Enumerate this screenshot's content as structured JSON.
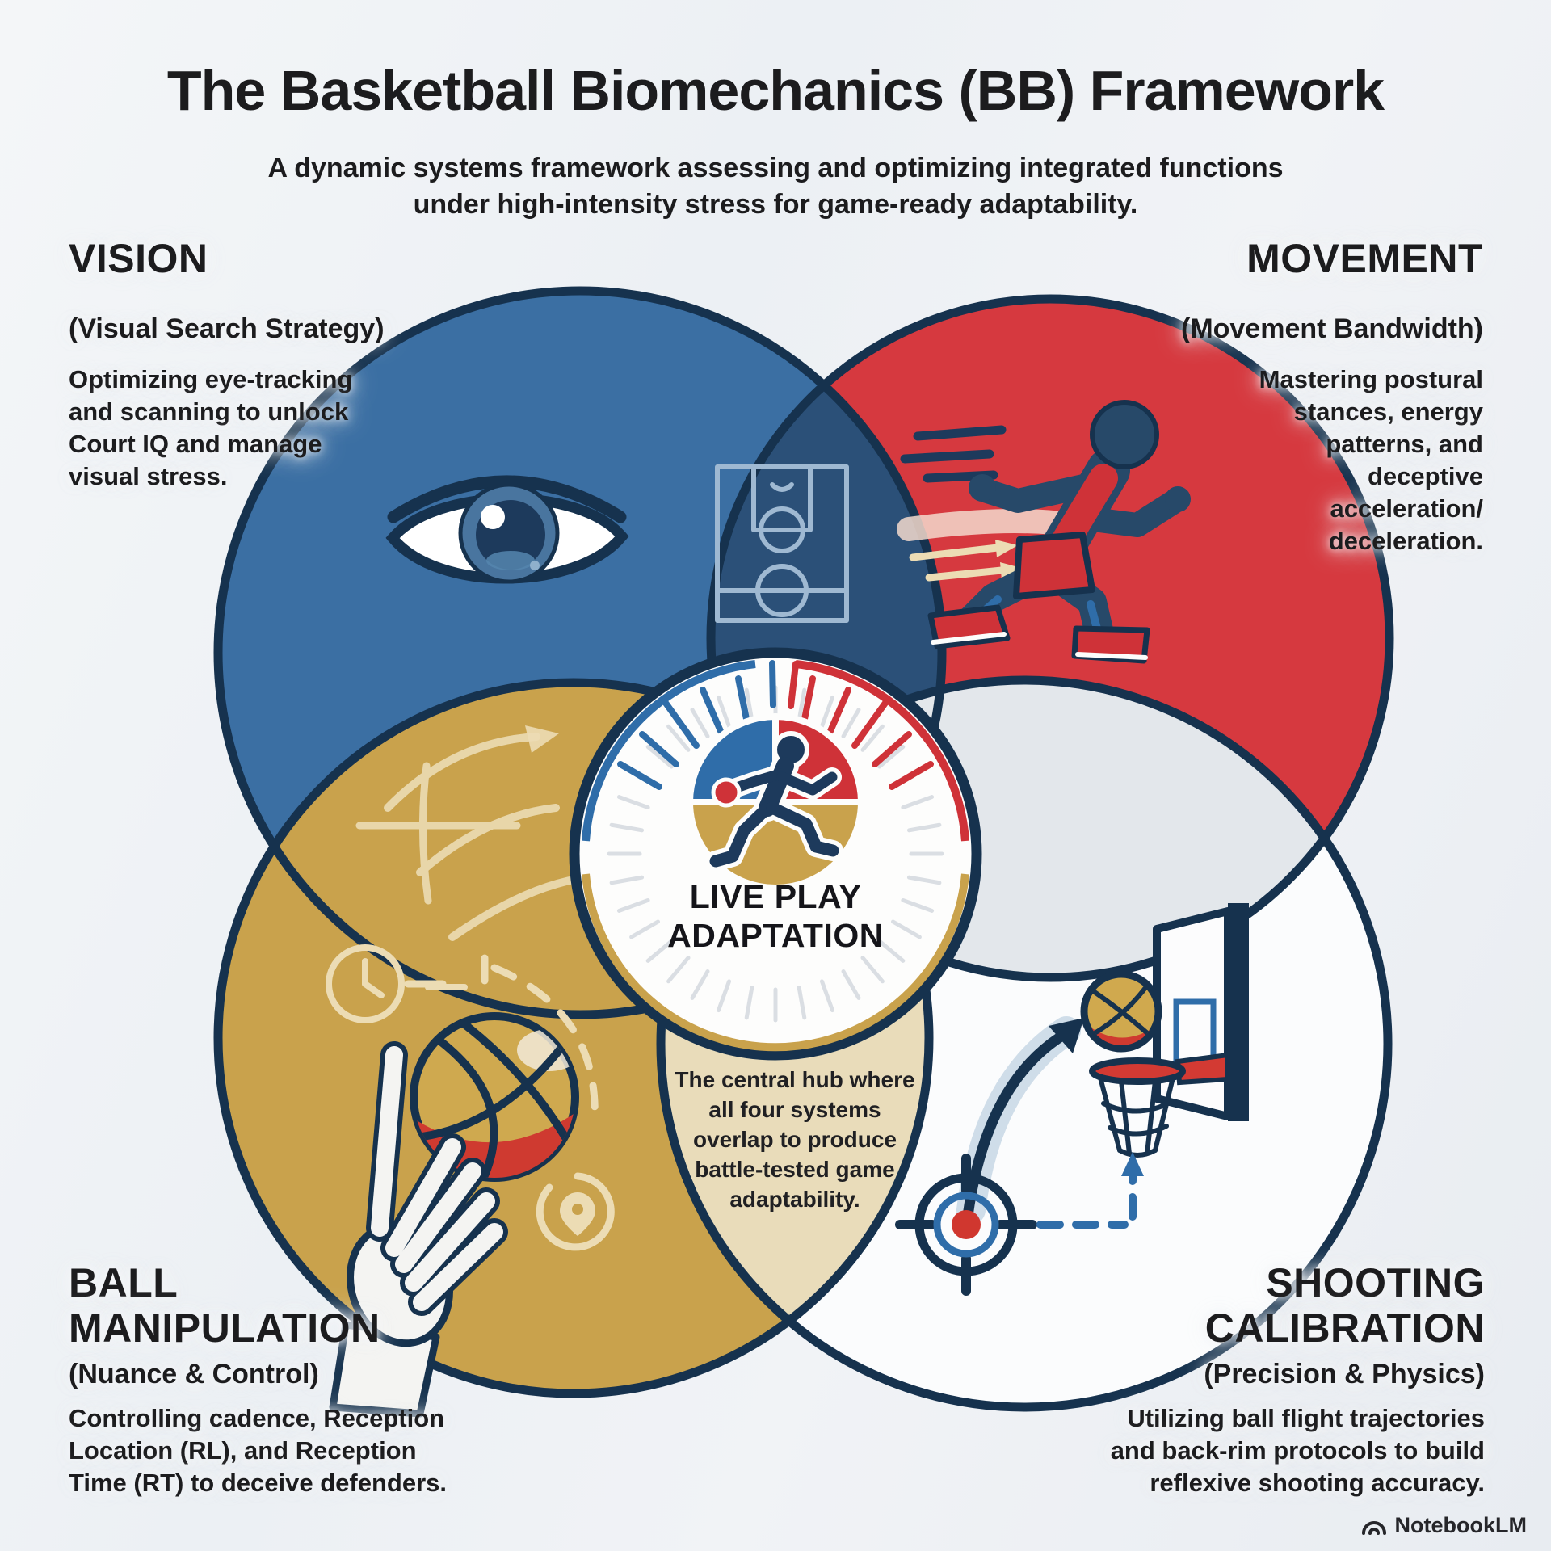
{
  "title": "The Basketball Biomechanics (BB) Framework",
  "subtitle": {
    "line1": "A dynamic systems framework assessing and optimizing integrated functions",
    "line2": "under high-intensity stress for game-ready adaptability."
  },
  "sections": {
    "vision": {
      "heading": "VISION",
      "subheading": "(Visual Search Strategy)",
      "lines": [
        "Optimizing eye-tracking",
        "and scanning to unlock",
        "Court IQ and manage",
        "visual stress."
      ]
    },
    "movement": {
      "heading": "MOVEMENT",
      "subheading": "(Movement Bandwidth)",
      "lines": [
        "Mastering postural",
        "stances, energy",
        "patterns, and",
        "deceptive",
        "acceleration/",
        "deceleration."
      ]
    },
    "ball_manipulation": {
      "heading_line1": "BALL",
      "heading_line2": "MANIPULATION",
      "subheading": "(Nuance & Control)",
      "lines": [
        "Controlling cadence, Reception",
        "Location (RL), and Reception",
        "Time (RT) to deceive defenders."
      ]
    },
    "shooting_calibration": {
      "heading_line1": "SHOOTING",
      "heading_line2": "CALIBRATION",
      "subheading": "(Precision & Physics)",
      "lines": [
        "Utilizing ball flight trajectories",
        "and back-rim protocols to build",
        "reflexive shooting accuracy."
      ]
    }
  },
  "hub": {
    "label_line1": "LIVE PLAY",
    "label_line2": "ADAPTATION"
  },
  "center_note": {
    "lines": [
      "The central hub where",
      "all four systems",
      "overlap to produce",
      "battle-tested game",
      "adaptability."
    ]
  },
  "watermark": "NotebookLM",
  "icons": {
    "vision": "eye-icon",
    "vision_movement_overlap": "half-court-icon",
    "movement": "sprinting-player-icon",
    "ball_manipulation": "hand-with-basketball-icon",
    "ball_extras": [
      "clock-icon",
      "dashed-path-icon",
      "location-pin-icon",
      "radar-arcs-icon"
    ],
    "shooting_calibration": [
      "hoop-backboard-icon",
      "basketball-icon",
      "target-icon",
      "shot-arc-arrow-icon",
      "dashed-path-arrow-icon"
    ],
    "hub": "dribbling-player-gauge-icon",
    "watermark": "notebooklm-logo-icon"
  },
  "colors": {
    "background": "#edf0f4",
    "navy_outline": "#16324e",
    "vision_blue": "#3b6fa3",
    "movement_red": "#d6393f",
    "ball_gold": "#c9a24c",
    "shooting_white": "#fbfcfd",
    "overlap_navy": "#2b5078",
    "overlap_gray": "#e3e7eb",
    "overlap_tan": "#e9dcba",
    "court_line": "#9fb9d2",
    "cream": "#ecdcb4",
    "accent_blue": "#2f6da9",
    "accent_red": "#cf3238",
    "text_dark": "#1c1c1e"
  }
}
